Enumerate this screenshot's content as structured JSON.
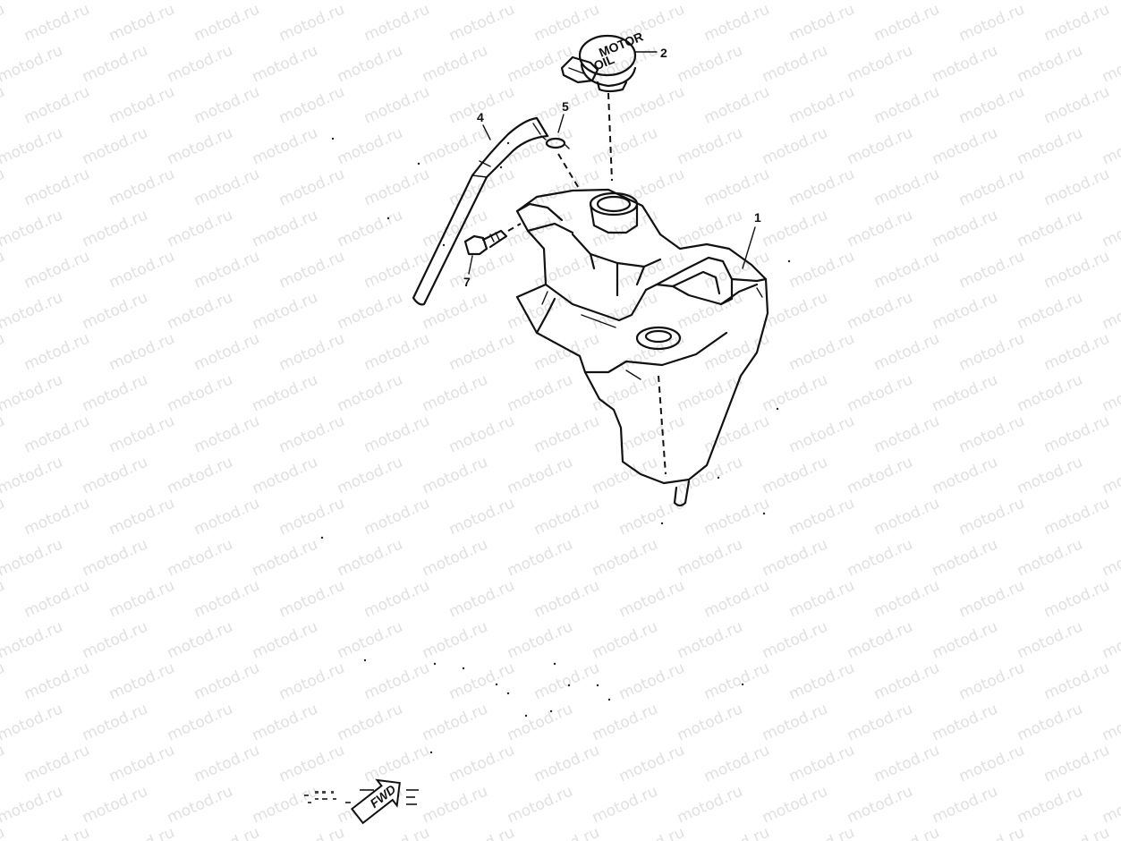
{
  "watermark": {
    "text": "motod.ru"
  },
  "diagram": {
    "parts": [
      {
        "id": "1",
        "name": "oil-tank"
      },
      {
        "id": "2",
        "name": "oil-filler-cap"
      },
      {
        "id": "4",
        "name": "breather-hose"
      },
      {
        "id": "5",
        "name": "hose-clamp"
      },
      {
        "id": "7",
        "name": "mounting-bolt"
      }
    ],
    "cap_text": {
      "line1": "MOTOR",
      "line2": "OIL"
    },
    "orientation": {
      "label": "FWD"
    }
  }
}
